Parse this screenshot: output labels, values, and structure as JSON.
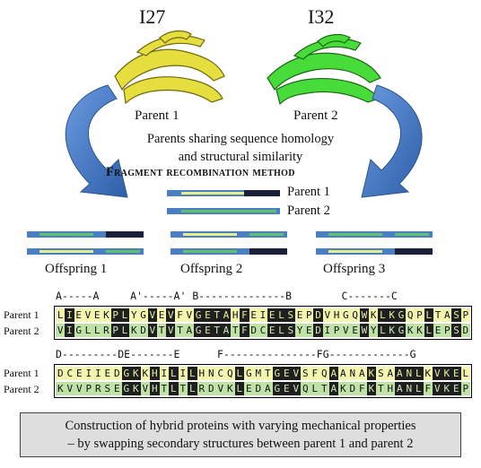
{
  "titles": {
    "left": "I27",
    "right": "I32"
  },
  "parents": {
    "left": "Parent 1",
    "right": "Parent 2"
  },
  "description": {
    "line1": "Parents sharing sequence homology",
    "line2": "and structural similarity"
  },
  "method": "Fragment recombination method",
  "recombination_labels": {
    "p1": "Parent 1",
    "p2": "Parent 2"
  },
  "offspring": [
    "Offspring 1",
    "Offspring 2",
    "Offspring 3"
  ],
  "alignment": {
    "block1": {
      "ss_labels": "A-----A     A'-----A' B--------------B        C-------C",
      "row1_label": "Parent 1",
      "row2_label": "Parent 2",
      "row1": "LIEVEKPLYGVEVFVGETAHFEIELSEPDVHGQWKLKGQPLTASP",
      "row2": "VIGLLRPLKDVTVTAGETATFDCELSYEDIPVEWYLKGKKLEPSD"
    },
    "block2": {
      "ss_labels": "D---------DE-------E      F---------------FG-------------G",
      "row1_label": "Parent 1",
      "row2_label": "Parent 2",
      "row1": "DCEIIEDGKKHILILHNCQLGMTGEVSFQAANAKSAANLKVKEL",
      "row2": "KVVPRSEGKVHTLTLRDVKLEDAGEVQLTAKDFKTHANLFVKEP"
    }
  },
  "footer": {
    "line1": "Construction of hybrid proteins with varying mechanical properties",
    "line2": "– by swapping secondary structures between parent 1 and parent 2"
  },
  "colors": {
    "yellow_protein": "#e8e04a",
    "green_protein": "#3ed43e",
    "arrow_blue": "#4f86c6",
    "bar_blue": "#4a7fc1",
    "segment_yellow": "#e8eb8a",
    "segment_green": "#62c06c",
    "segment_dark": "#1a1f3a",
    "seq1_bg": "#f4f6b0",
    "seq2_bg": "#bfe3a6",
    "footer_bg": "#dedede"
  },
  "icons": [
    "protein-structure-icon",
    "curved-arrow-icon"
  ]
}
